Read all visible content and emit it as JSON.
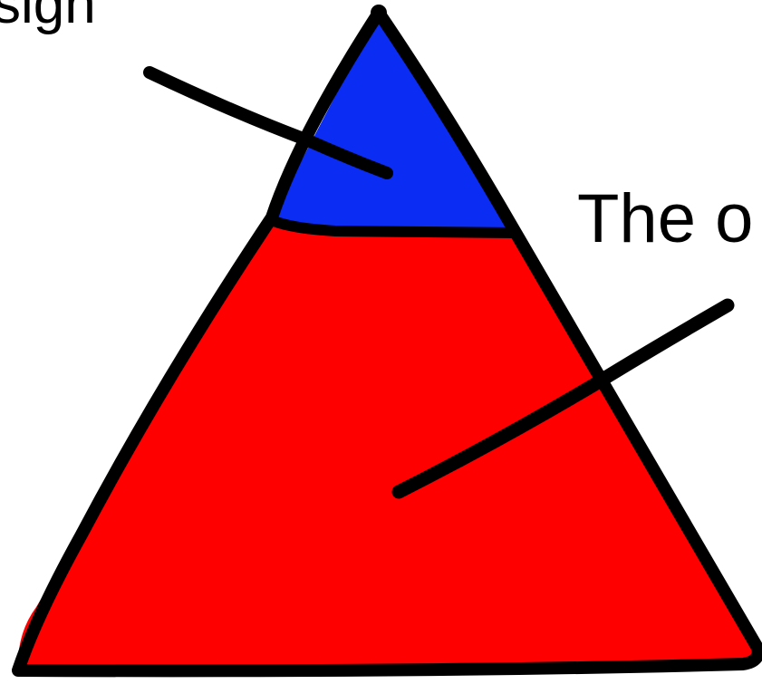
{
  "labels": {
    "top_left_text": "sign",
    "right_text": "The o"
  },
  "colors": {
    "top_section_fill": "#0b2cf2",
    "bottom_section_fill": "#ff0000",
    "outline": "#000000",
    "background": "#ffffff"
  },
  "sections": [
    {
      "name": "top-section",
      "color": "blue"
    },
    {
      "name": "bottom-section",
      "color": "red"
    }
  ]
}
